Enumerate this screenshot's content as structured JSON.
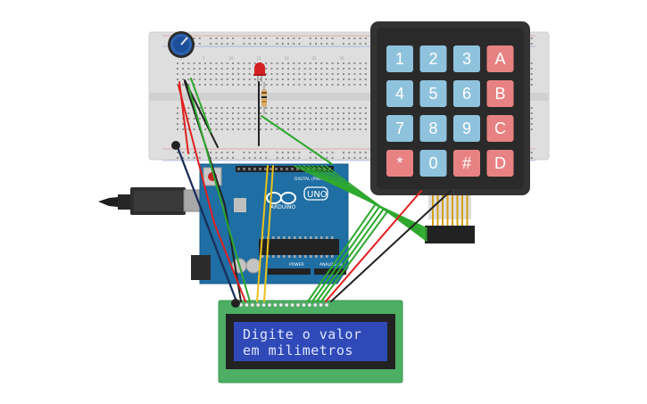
{
  "lcd": {
    "line1": "Digite o valor",
    "line2": "em milimetros"
  },
  "keypad": {
    "keys": [
      {
        "label": "1",
        "type": "digit"
      },
      {
        "label": "2",
        "type": "digit"
      },
      {
        "label": "3",
        "type": "digit"
      },
      {
        "label": "A",
        "type": "letter"
      },
      {
        "label": "4",
        "type": "digit"
      },
      {
        "label": "5",
        "type": "digit"
      },
      {
        "label": "6",
        "type": "digit"
      },
      {
        "label": "B",
        "type": "letter"
      },
      {
        "label": "7",
        "type": "digit"
      },
      {
        "label": "8",
        "type": "digit"
      },
      {
        "label": "9",
        "type": "digit"
      },
      {
        "label": "C",
        "type": "letter"
      },
      {
        "label": "*",
        "type": "symbol"
      },
      {
        "label": "0",
        "type": "digit"
      },
      {
        "label": "#",
        "type": "symbol"
      },
      {
        "label": "D",
        "type": "letter"
      }
    ]
  },
  "arduino": {
    "brand": "ARDUINO",
    "model": "UNO",
    "digital_label": "DIGITAL (PWM~)",
    "analog_label": "ANALOG IN",
    "power_label": "POWER"
  },
  "breadboard": {
    "column_numbers": [
      "1",
      "5",
      "10",
      "15",
      "20",
      "25",
      "30"
    ]
  },
  "colors": {
    "digit_key": "#8fc3dd",
    "letter_key": "#e88282",
    "arduino_blue": "#1f6ea4",
    "lcd_pcb": "#4caf63",
    "lcd_screen": "#2f4ab8",
    "keypad_body": "#333333",
    "wire_red": "#e02020",
    "wire_black": "#222222",
    "wire_green": "#2ea82e",
    "wire_yellow": "#e8c21a",
    "wire_darkblue": "#1b2f5a"
  }
}
